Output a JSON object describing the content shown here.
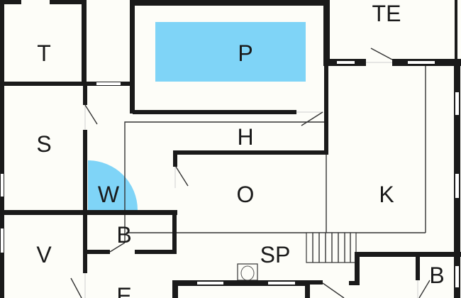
{
  "colors": {
    "wall": "#1a1a1a",
    "water": "#7fd4f7",
    "floor": "#fdfdf8"
  },
  "rooms": {
    "t": "T",
    "p": "P",
    "te": "TE",
    "s": "S",
    "h": "H",
    "w": "W",
    "o": "O",
    "k": "K",
    "v": "V",
    "b1": "B",
    "sp": "SP",
    "b2": "B",
    "e": "E"
  }
}
